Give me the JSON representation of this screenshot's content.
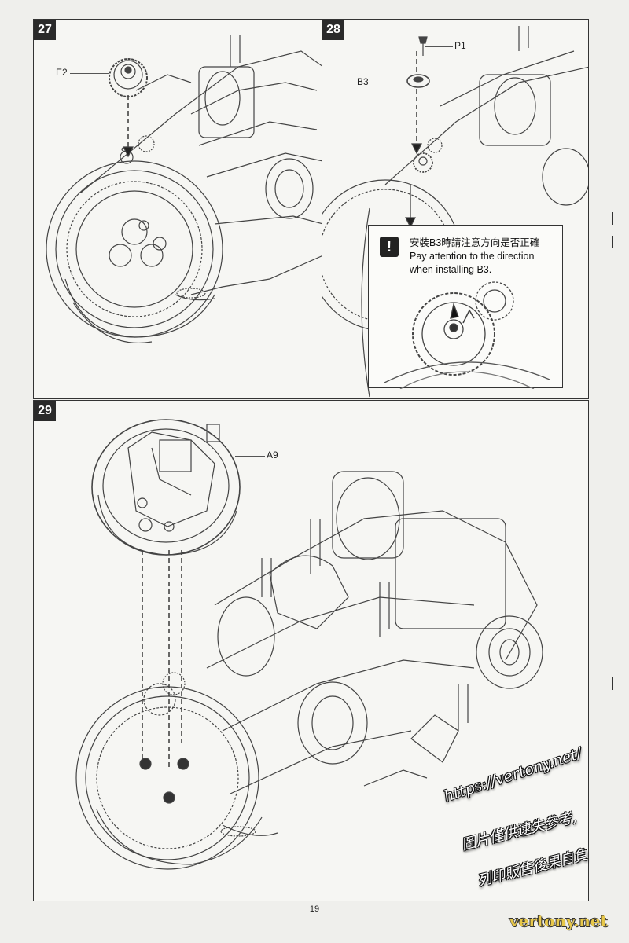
{
  "steps": [
    {
      "number": "27",
      "parts": [
        "E2"
      ]
    },
    {
      "number": "28",
      "parts": [
        "P1",
        "B3"
      ]
    },
    {
      "number": "29",
      "parts": [
        "A9"
      ]
    }
  ],
  "note": {
    "warning_glyph": "!",
    "chinese": "安裝B3時請注意方向是否正確",
    "english_line1": "Pay attention to the direction",
    "english_line2": "when installing B3."
  },
  "page_number": "19",
  "watermark": {
    "url": "https://vertony.net/",
    "line2": "圖片僅供逮失參考,",
    "line3": "列印販售後果自負",
    "brand": "vertony.net"
  }
}
